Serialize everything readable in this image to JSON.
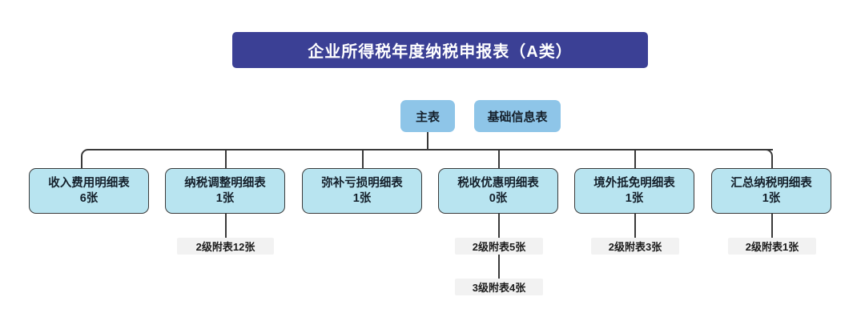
{
  "title": {
    "text": "企业所得税年度纳税申报表（A类）"
  },
  "colors": {
    "banner": "#3b4095",
    "banner_text": "#ffffff",
    "root_box": "#8ec5e8",
    "child_box_fill": "#b8e4f0",
    "child_box_border": "#3a3a3a",
    "sub_label_bg": "#f2f2f2",
    "connector": "#3a3a3a",
    "page_background": "#ffffff"
  },
  "root_nodes": [
    {
      "label": "主表"
    },
    {
      "label": "基础信息表"
    }
  ],
  "children": [
    {
      "name": "收入费用明细表",
      "count": "6张",
      "sub_labels": []
    },
    {
      "name": "纳税调整明细表",
      "count": "1张",
      "sub_labels": [
        {
          "text": "2级附表12张"
        }
      ]
    },
    {
      "name": "弥补亏损明细表",
      "count": "1张",
      "sub_labels": []
    },
    {
      "name": "税收优惠明细表",
      "count": "0张",
      "sub_labels": [
        {
          "text": "2级附表5张"
        },
        {
          "text": "3级附表4张"
        }
      ]
    },
    {
      "name": "境外抵免明细表",
      "count": "1张",
      "sub_labels": [
        {
          "text": "2级附表3张"
        }
      ]
    },
    {
      "name": "汇总纳税明细表",
      "count": "1张",
      "sub_labels": [
        {
          "text": "2级附表1张"
        }
      ]
    }
  ]
}
